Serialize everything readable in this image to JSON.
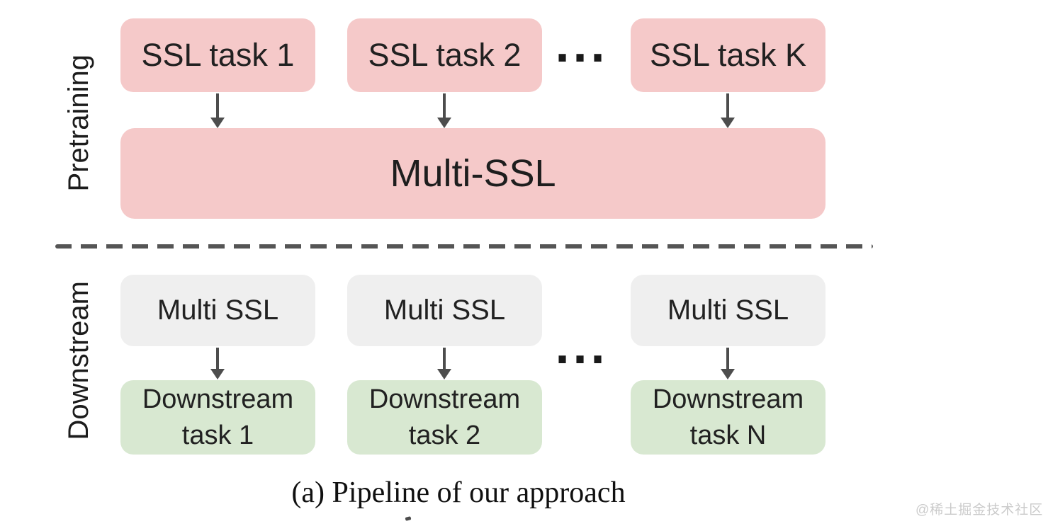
{
  "sections": {
    "pretraining_label": "Pretraining",
    "downstream_label": "Downstream"
  },
  "pretraining": {
    "ssl_tasks": [
      "SSL task 1",
      "SSL task 2",
      "SSL task K"
    ],
    "ellipsis": "···",
    "aggregate_box_label": "Multi-SSL"
  },
  "downstream": {
    "encoder_boxes": [
      "Multi SSL",
      "Multi SSL",
      "Multi SSL"
    ],
    "ellipsis": "···",
    "task_boxes": [
      {
        "line1": "Downstream",
        "line2": "task 1"
      },
      {
        "line1": "Downstream",
        "line2": "task 2"
      },
      {
        "line1": "Downstream",
        "line2": "task N"
      }
    ]
  },
  "caption": "(a) Pipeline of our approach",
  "watermark": "@稀土掘金技术社区",
  "colors": {
    "ssl_box": "#f5c9c9",
    "encoder_box": "#efefef",
    "task_box": "#d8e8d1",
    "arrow": "#4d4d4d",
    "separator": "#555555",
    "box_text": "#212121",
    "caption_text": "#101010",
    "watermark_text": "#cbcbcb"
  }
}
